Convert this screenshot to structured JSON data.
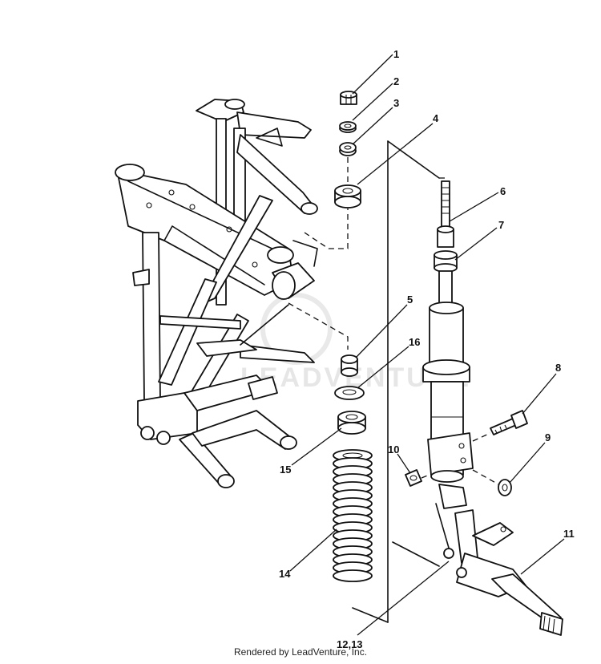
{
  "callouts": [
    "1",
    "2",
    "3",
    "4",
    "5",
    "6",
    "7",
    "8",
    "9",
    "10",
    "11",
    "12,13",
    "14",
    "15",
    "16"
  ],
  "watermark": "LEADVENTURE",
  "footer": "Rendered by LeadVenture, Inc.",
  "colors": {
    "line": "#111111",
    "background": "#ffffff"
  }
}
